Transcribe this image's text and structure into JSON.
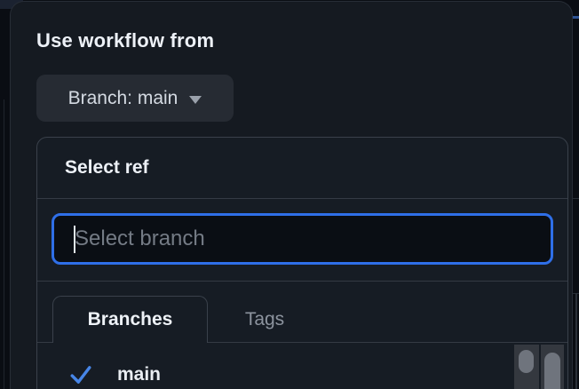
{
  "dialog": {
    "title": "Use workflow from",
    "branch_button": {
      "label": "Branch: main",
      "icon": "dropdown-caret"
    },
    "ref_selector": {
      "title": "Select ref",
      "search": {
        "placeholder": "Select branch",
        "value": ""
      },
      "tabs": [
        {
          "label": "Branches",
          "active": true
        },
        {
          "label": "Tags",
          "active": false
        }
      ],
      "items": [
        {
          "label": "main",
          "selected": true,
          "icon": "check"
        }
      ]
    }
  },
  "colors": {
    "focus_ring": "#2f6fe8",
    "selected_check": "#4786e8",
    "dialog_background": "#151a21",
    "panel_border": "#3a414b",
    "tab_text_active": "#eef2f7",
    "tab_text_inactive": "#8c939e"
  }
}
